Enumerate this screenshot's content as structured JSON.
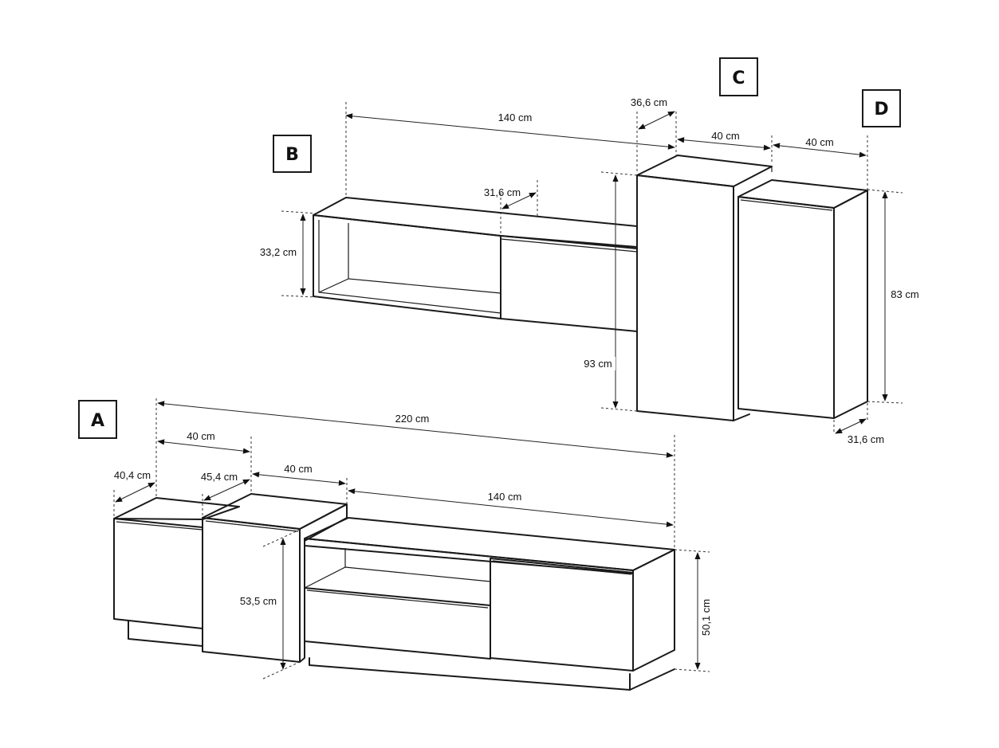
{
  "badges": {
    "a": "A",
    "b": "B",
    "c": "C",
    "d": "D"
  },
  "dimensions": {
    "b_width": "140 cm",
    "b_depth": "31,6 cm",
    "b_height": "33,2 cm",
    "c_depth": "36,6 cm",
    "c_width": "40 cm",
    "c_height": "93 cm",
    "d_width": "40 cm",
    "d_height": "83 cm",
    "d_depth": "31,6 cm",
    "a_total_width": "220 cm",
    "a_left_width": "40 cm",
    "a_left_depth": "40,4 cm",
    "a_mid_depth": "45,4 cm",
    "a_mid_width": "40 cm",
    "a_tv_width": "140 cm",
    "a_mid_height": "53,5 cm",
    "a_tv_height": "50,1 cm"
  }
}
